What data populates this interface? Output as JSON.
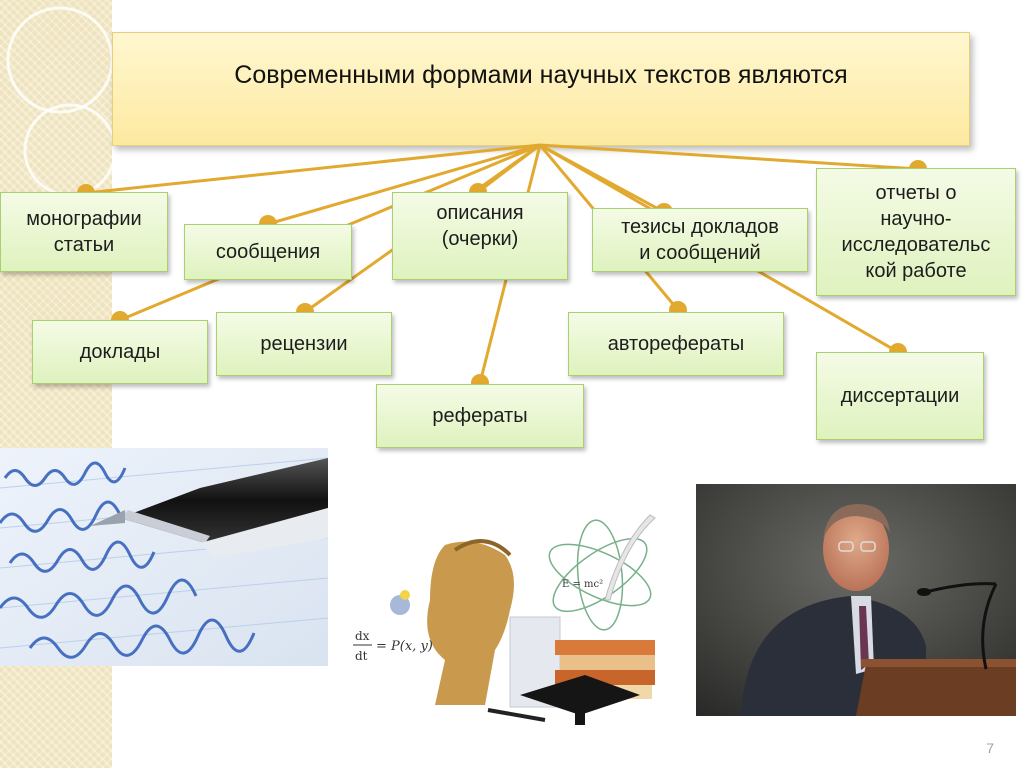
{
  "slide": {
    "title": "Современными формами научных текстов являются",
    "page_number": "7"
  },
  "nodes": [
    {
      "id": "monographs",
      "label": "монографии\nстатьи"
    },
    {
      "id": "messages",
      "label": "сообщения"
    },
    {
      "id": "descriptions",
      "label": "описания\n(очерки)"
    },
    {
      "id": "theses",
      "label": "тезисы докладов\nи сообщений"
    },
    {
      "id": "reports-research",
      "label": "отчеты о\nнаучно-\nисследовательс\nкой работе"
    },
    {
      "id": "reports",
      "label": "доклады"
    },
    {
      "id": "reviews",
      "label": "рецензии"
    },
    {
      "id": "autoabstracts",
      "label": "авторефераты"
    },
    {
      "id": "abstracts",
      "label": "рефераты"
    },
    {
      "id": "dissertations",
      "label": "диссертации"
    }
  ],
  "collage": {
    "formula_numerator": "dx",
    "formula_denominator": "dt",
    "formula_rhs": "= P(x, y)",
    "emc2": "E = mc²"
  },
  "colors": {
    "title_fill": "#fde9a0",
    "node_fill": "#dff2be",
    "arrow": "#e2a92f",
    "strip": "#efe3bd"
  }
}
